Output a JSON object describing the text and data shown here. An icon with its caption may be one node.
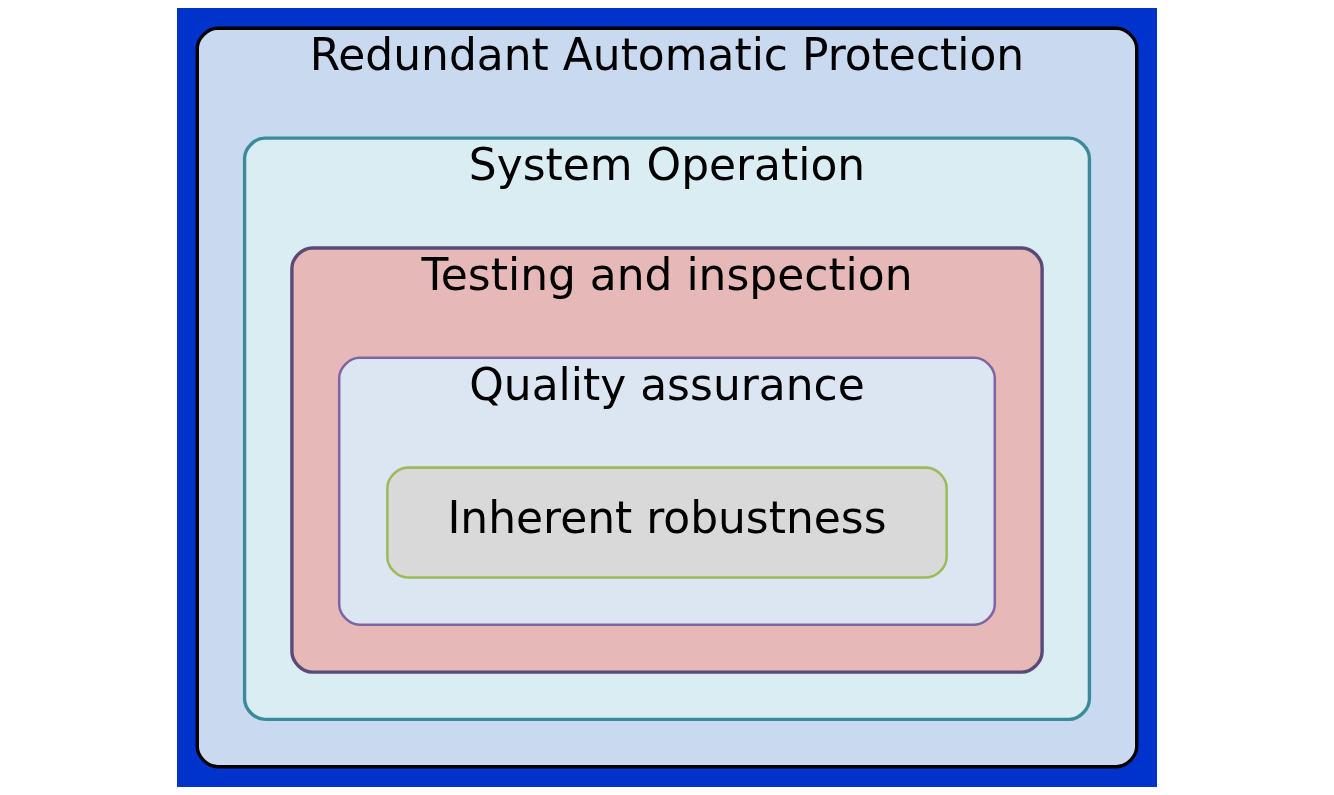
{
  "diagram": {
    "nodes": [
      {
        "text": [
          "Redundant Automatic Protection"
        ]
      },
      {
        "text": [
          "System Operation"
        ],
        "in": 0
      },
      {
        "text": [
          "Testing and inspection"
        ],
        "in": 1
      },
      {
        "text": [
          "Quality assurance"
        ],
        "in": 2
      },
      {
        "text": [
          "Inherent robustness"
        ],
        "in": 3
      }
    ]
  }
}
